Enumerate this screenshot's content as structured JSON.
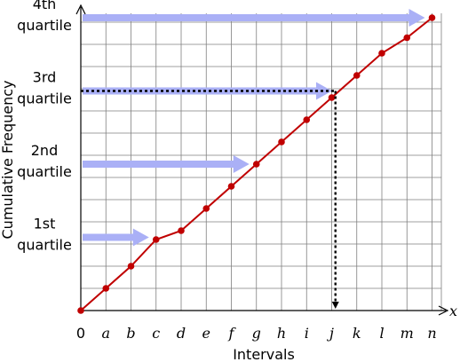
{
  "chart_data": {
    "type": "line",
    "xlabel": "Intervals",
    "ylabel": "Cumulative Frequency",
    "x_axis_symbol": "x",
    "categories": [
      "0",
      "a",
      "b",
      "c",
      "d",
      "e",
      "f",
      "g",
      "h",
      "i",
      "j",
      "k",
      "l",
      "m",
      "n"
    ],
    "series": [
      {
        "values": [
          0,
          1,
          2,
          3.2,
          3.6,
          4.6,
          5.6,
          6.6,
          7.6,
          8.6,
          9.6,
          10.6,
          11.6,
          12.3,
          13.2
        ]
      }
    ],
    "ylim": [
      0,
      13.2
    ],
    "grid": true,
    "quartile_labels": [
      {
        "line1": "1st",
        "line2": "quartile",
        "level": 3.3
      },
      {
        "line1": "2nd",
        "line2": "quartile",
        "level": 6.6
      },
      {
        "line1": "3rd",
        "line2": "quartile",
        "level": 9.9
      },
      {
        "line1": "4th",
        "line2": "quartile",
        "level": 13.2
      }
    ],
    "quartile_arrow_ends": [
      3.2,
      6.6,
      9.9,
      13.2
    ],
    "third_quartile_dashed": {
      "level": 9.9,
      "x_at": 10.15,
      "x_label": "j"
    },
    "colors": {
      "line": "#c00000",
      "arrow": "#aab0f6",
      "grid": "#7f7f7f",
      "axis": "#000000"
    }
  }
}
